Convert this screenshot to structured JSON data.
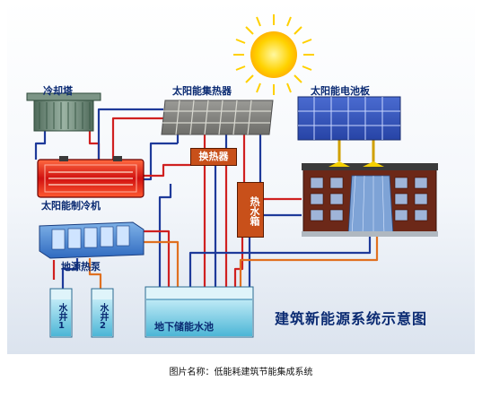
{
  "components": {
    "cooling_tower": "冷却塔",
    "solar_collector": "太阳能集热器",
    "pv_panel": "太阳能电池板",
    "heat_exchanger": "换热器",
    "hot_water_tank": "热水箱",
    "solar_chiller": "太阳能制冷机",
    "ground_source_heat_pump": "地源热泵",
    "well_1": "水井1",
    "well_2": "水井2",
    "underground_storage_pool": "地下储能水池"
  },
  "diagram_title": "建筑新能源系统示意图",
  "caption": "图片名称：低能耗建筑节能集成系统",
  "colors": {
    "label_blue": "#0a2a72",
    "label_red": "#c81414",
    "pipe_red": "#d02020",
    "pipe_blue": "#1e3a9a",
    "pipe_orange": "#e07020",
    "box_orange": "#c8501a",
    "sun": "#ffd200",
    "water": "#8cd8ec"
  }
}
